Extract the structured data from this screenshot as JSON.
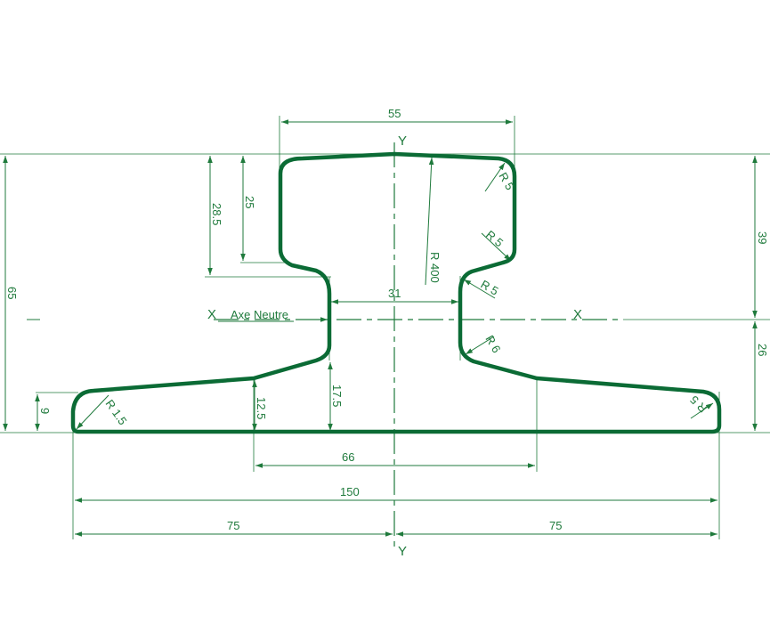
{
  "colors": {
    "profile": "#0b6b35",
    "dimension": "#1f7a3c"
  },
  "axes": {
    "y_top": "Y",
    "y_bottom": "Y",
    "x_left": "X",
    "x_right": "X",
    "neutral_axis": "Axe Neutre"
  },
  "dimensions": {
    "head_width": "55",
    "total_height": "65",
    "head_height_a": "28.5",
    "head_height_b": "25",
    "upper_to_axis": "39",
    "lower_to_axis": "26",
    "web_width": "31",
    "web_base": "17.5",
    "flange_edge": "9",
    "flange_slope": "12.5",
    "flange_mid": "66",
    "base_width": "150",
    "half_left": "75",
    "half_right": "75"
  },
  "radii": {
    "r_top": "R 5",
    "r_head_lower": "R 5",
    "r_web_upper": "R 5",
    "r_web_lower": "R 6",
    "r_left_toe": "R 1.5",
    "r_right_toe": "R 5",
    "r_crown": "R 400"
  }
}
